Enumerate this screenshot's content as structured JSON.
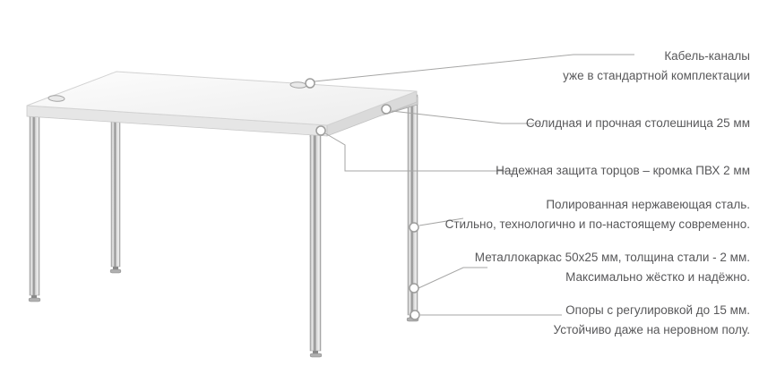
{
  "annotations": [
    {
      "lines": [
        "Кабель-каналы",
        "уже в стандартной комплектации"
      ]
    },
    {
      "lines": [
        "Солидная и прочная столешница 25 мм"
      ]
    },
    {
      "lines": [
        "Надежная защита торцов – кромка ПВХ 2 мм"
      ]
    },
    {
      "lines": [
        "Полированная нержавеющая сталь.",
        "Стильно, технологично и по-настоящему современно."
      ]
    },
    {
      "lines": [
        "Металлокаркас 50х25 мм, толщина стали - 2 мм.",
        "Максимально жёстко и надёжно."
      ]
    },
    {
      "lines": [
        "Опоры с регулировкой до 15 мм.",
        "Устойчиво даже на неровном полу."
      ]
    }
  ],
  "colors": {
    "text": "#58585a",
    "callout_line": "#a6a6a5",
    "marker_stroke": "#9d9d9c",
    "tabletop_fill": "#f5f5f5",
    "chrome": "#b0b0b0"
  }
}
